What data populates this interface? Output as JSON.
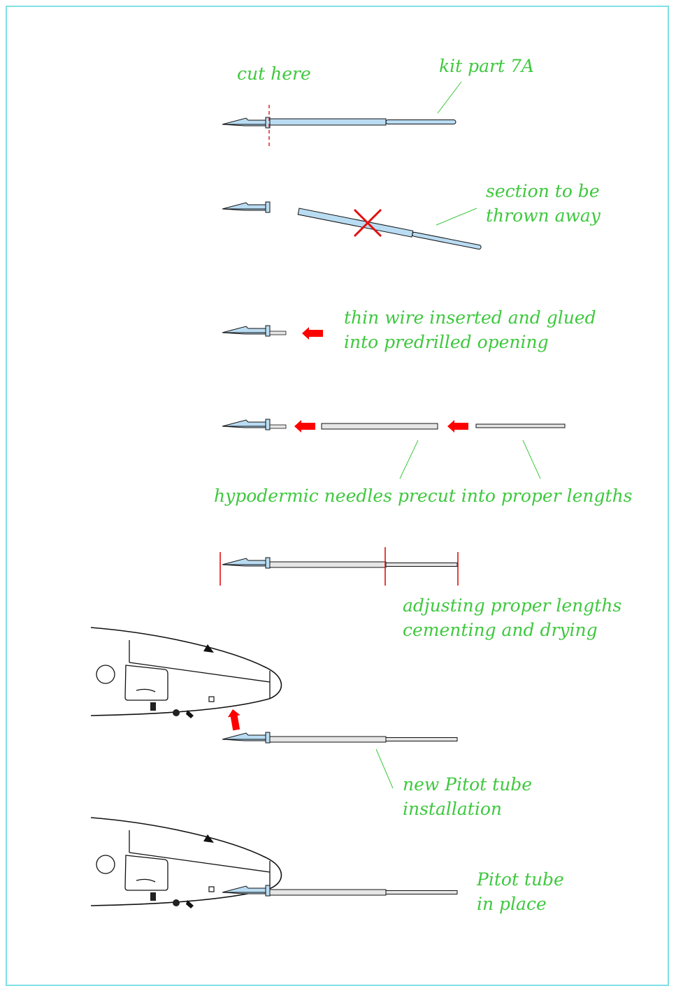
{
  "labels": {
    "cut_here": "cut here",
    "kit_part": "kit part 7A",
    "section_line1": "section to be",
    "section_line2": "thrown away",
    "wire_line1": "thin wire inserted and glued",
    "wire_line2": "into predrilled opening",
    "needles": "hypodermic needles precut into proper lengths",
    "adjust_line1": "adjusting proper lengths",
    "adjust_line2": "cementing and drying",
    "install_line1": "new Pitot tube",
    "install_line2": "installation",
    "inplace_line1": "Pitot tube",
    "inplace_line2": "in place"
  },
  "colors": {
    "label_green": "#3ec83e",
    "part_blue": "#b9dcf2",
    "needle_grey": "#e6e6e6",
    "arrow_red": "#ff0000",
    "frame_cyan": "#7fe0e6"
  },
  "icons": [
    "red-arrow-icon",
    "red-x-icon",
    "dashed-cut-line"
  ]
}
